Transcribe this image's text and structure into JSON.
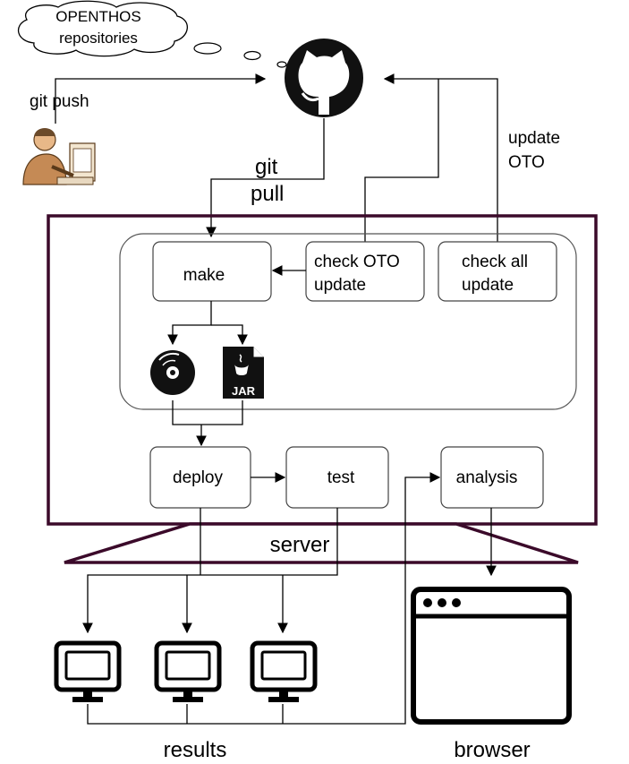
{
  "cloud": {
    "line1": "OPENTHOS",
    "line2": "repositories"
  },
  "labels": {
    "git_push": "git push",
    "git_pull_1": "git",
    "git_pull_2": "pull",
    "update_oto_1": "update",
    "update_oto_2": "OTO",
    "server": "server",
    "results": "results",
    "browser": "browser"
  },
  "boxes": {
    "make": "make",
    "check_oto_1": "check OTO",
    "check_oto_2": "update",
    "check_all_1": "check all",
    "check_all_2": "update",
    "deploy": "deploy",
    "test": "test",
    "analysis": "analysis"
  },
  "jar_label": "JAR",
  "icons": {
    "github": "github-icon",
    "person": "person-at-computer-icon",
    "disc": "disc-icon",
    "jar": "jar-file-icon",
    "monitor": "monitor-icon",
    "browser": "browser-window-icon"
  },
  "colors": {
    "server_frame": "#3b0a2a",
    "lines": "#000000",
    "box_border": "#333333"
  }
}
